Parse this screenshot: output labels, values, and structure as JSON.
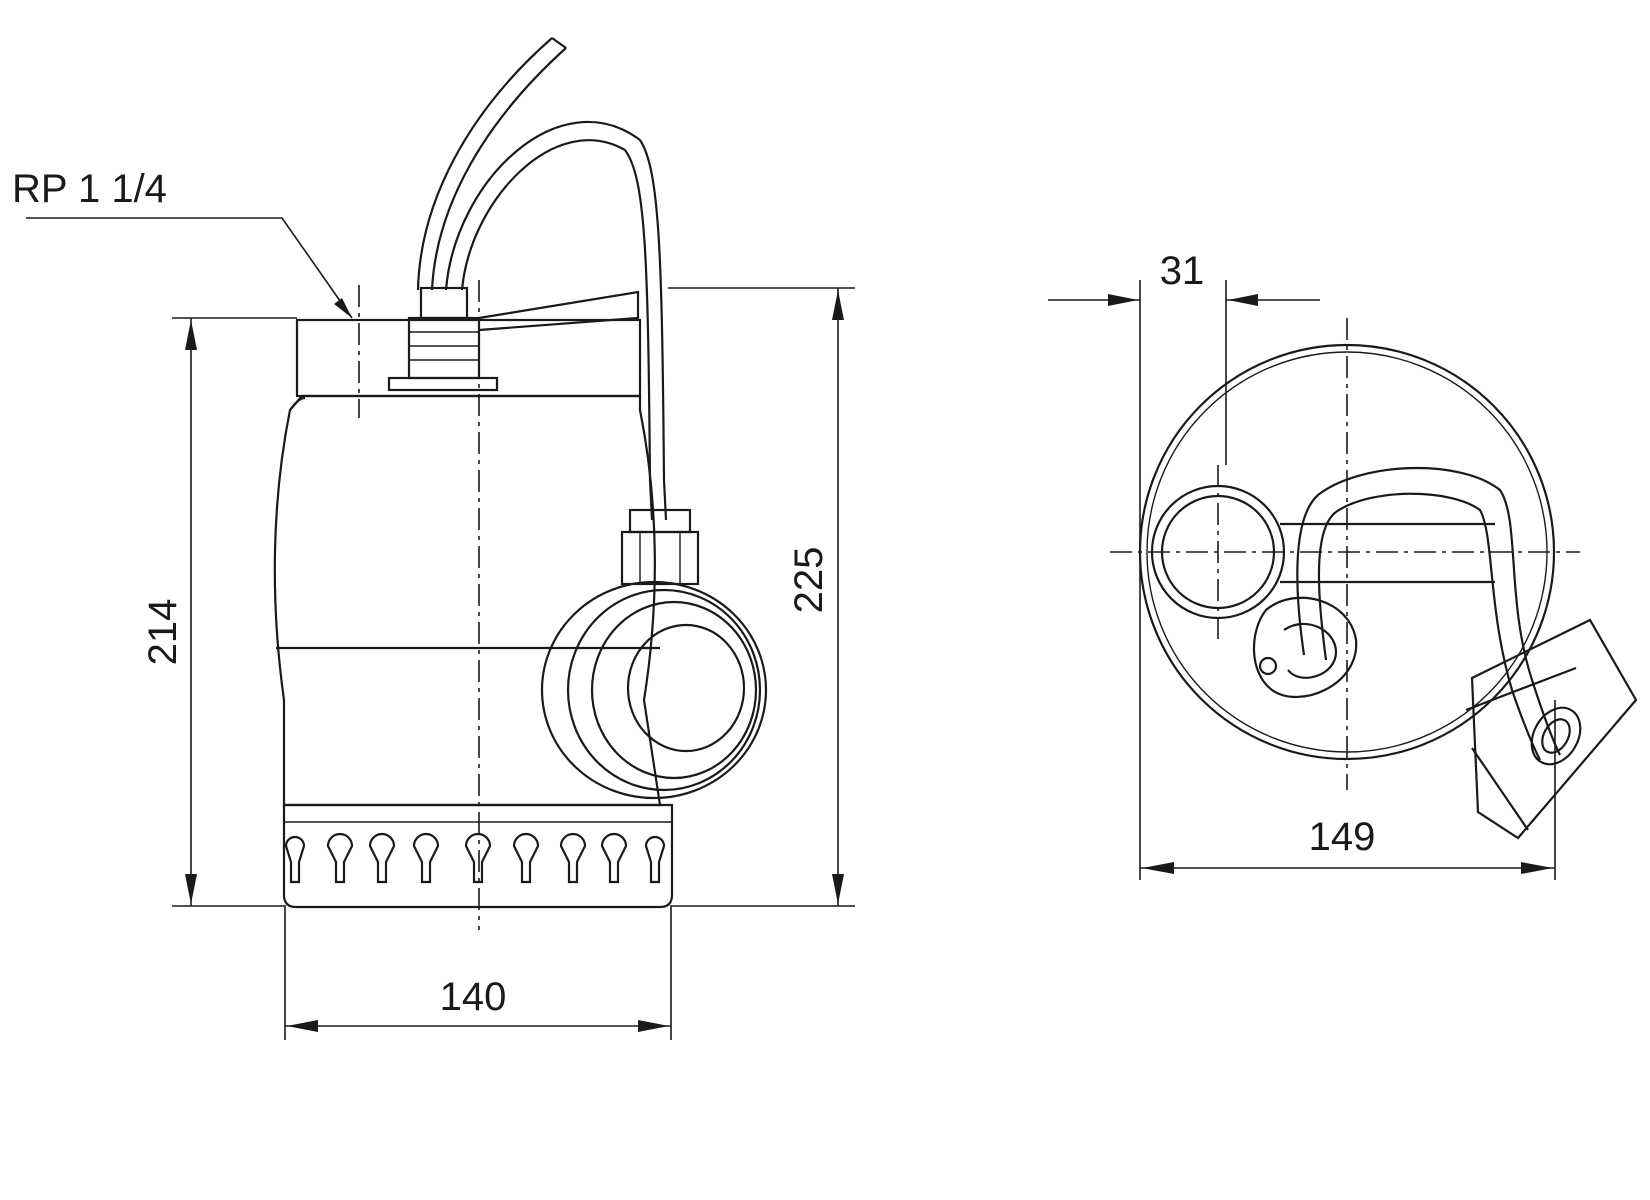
{
  "drawing": {
    "thread_callout": "RP 1 1/4",
    "front_view": {
      "height_body": "214",
      "height_total": "225",
      "width_base": "140"
    },
    "top_view": {
      "offset": "31",
      "diameter": "149"
    }
  },
  "colors": {
    "line": "#1a1a1a",
    "background": "#ffffff"
  }
}
